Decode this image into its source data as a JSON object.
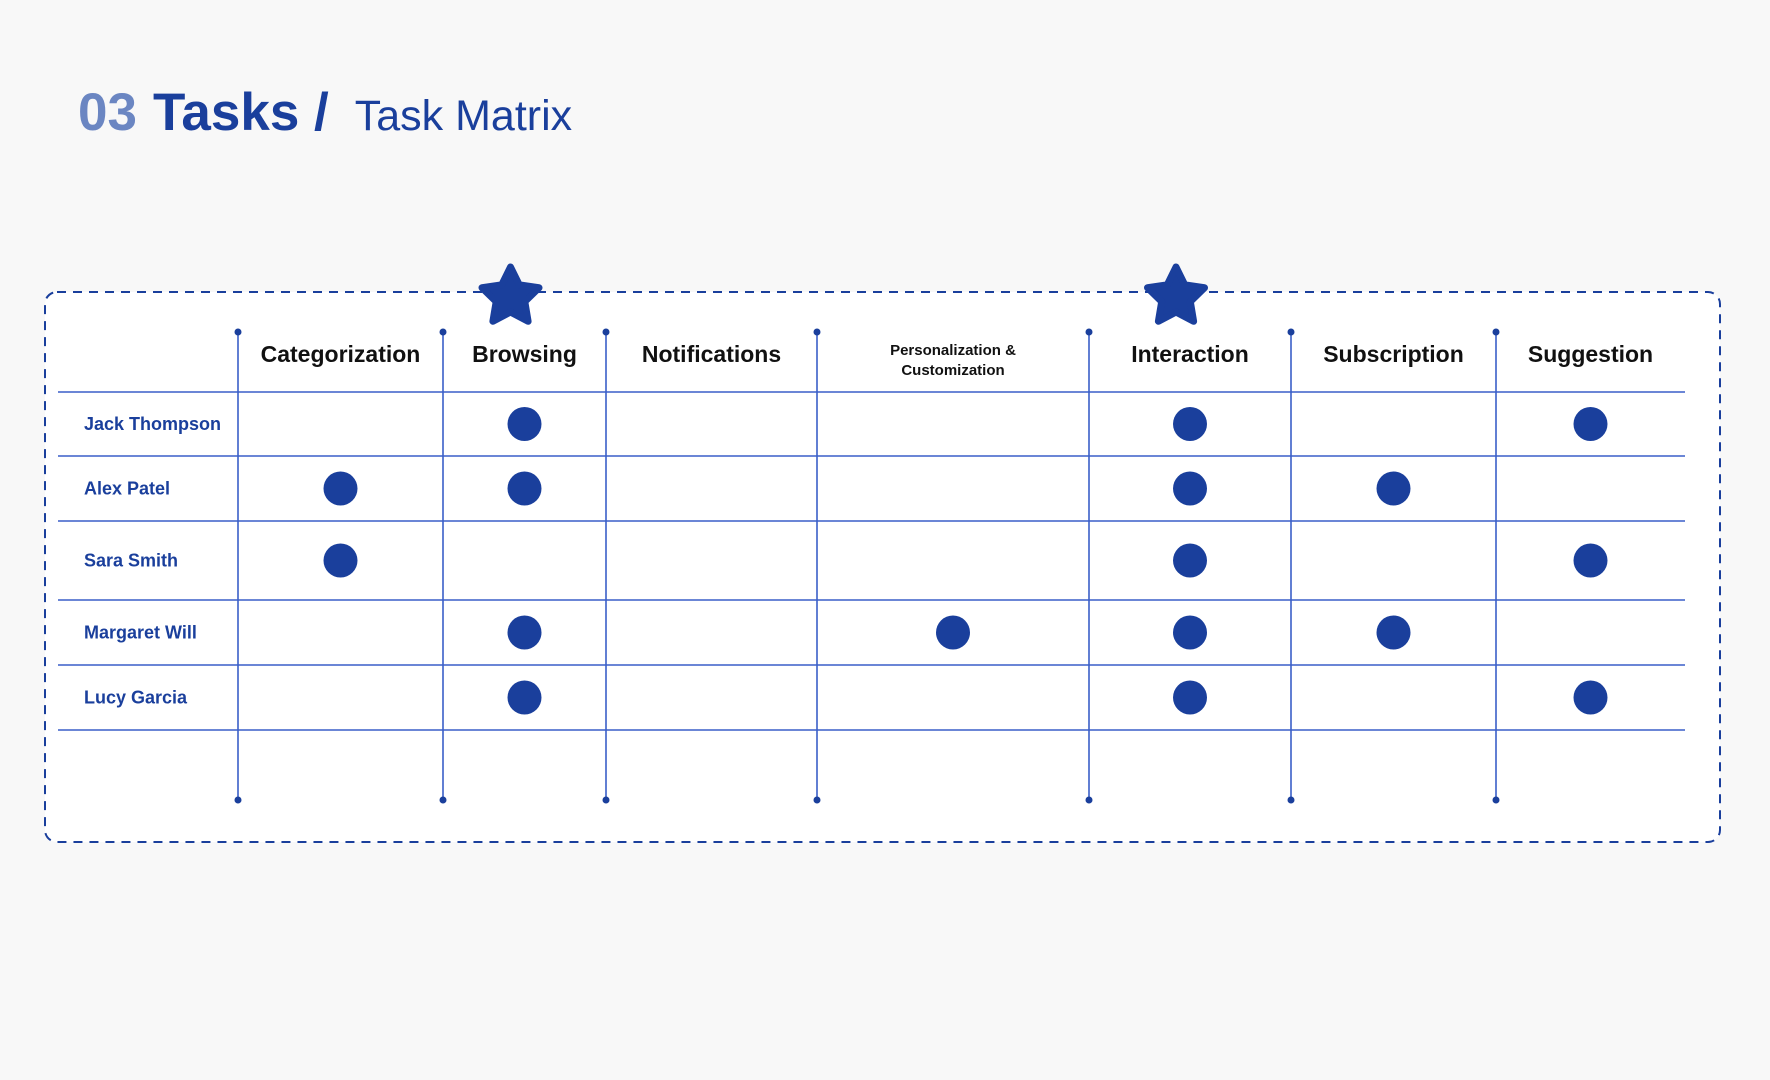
{
  "header": {
    "number": "03",
    "title": "Tasks /",
    "subtitle": "Task Matrix"
  },
  "colors": {
    "accent": "#1a3f9c",
    "grid_line": "#3a5fc8",
    "header_text": "#111111",
    "background": "#f8f8f8"
  },
  "matrix": {
    "columns": [
      {
        "label": "Categorization",
        "starred": false
      },
      {
        "label": "Browsing",
        "starred": true
      },
      {
        "label": "Notifications",
        "starred": false
      },
      {
        "label": "Personalization & Customization",
        "starred": false
      },
      {
        "label": "Interaction",
        "starred": true
      },
      {
        "label": "Subscription",
        "starred": false
      },
      {
        "label": "Suggestion",
        "starred": false
      }
    ],
    "rows": [
      {
        "name": "Jack Thompson",
        "marks": [
          false,
          true,
          false,
          false,
          true,
          false,
          true
        ]
      },
      {
        "name": "Alex Patel",
        "marks": [
          true,
          true,
          false,
          false,
          true,
          true,
          false
        ]
      },
      {
        "name": "Sara Smith",
        "marks": [
          true,
          false,
          false,
          false,
          true,
          false,
          true
        ]
      },
      {
        "name": "Margaret Will",
        "marks": [
          false,
          true,
          false,
          true,
          true,
          true,
          false
        ]
      },
      {
        "name": "Lucy Garcia",
        "marks": [
          false,
          true,
          false,
          false,
          true,
          false,
          true
        ]
      }
    ]
  }
}
